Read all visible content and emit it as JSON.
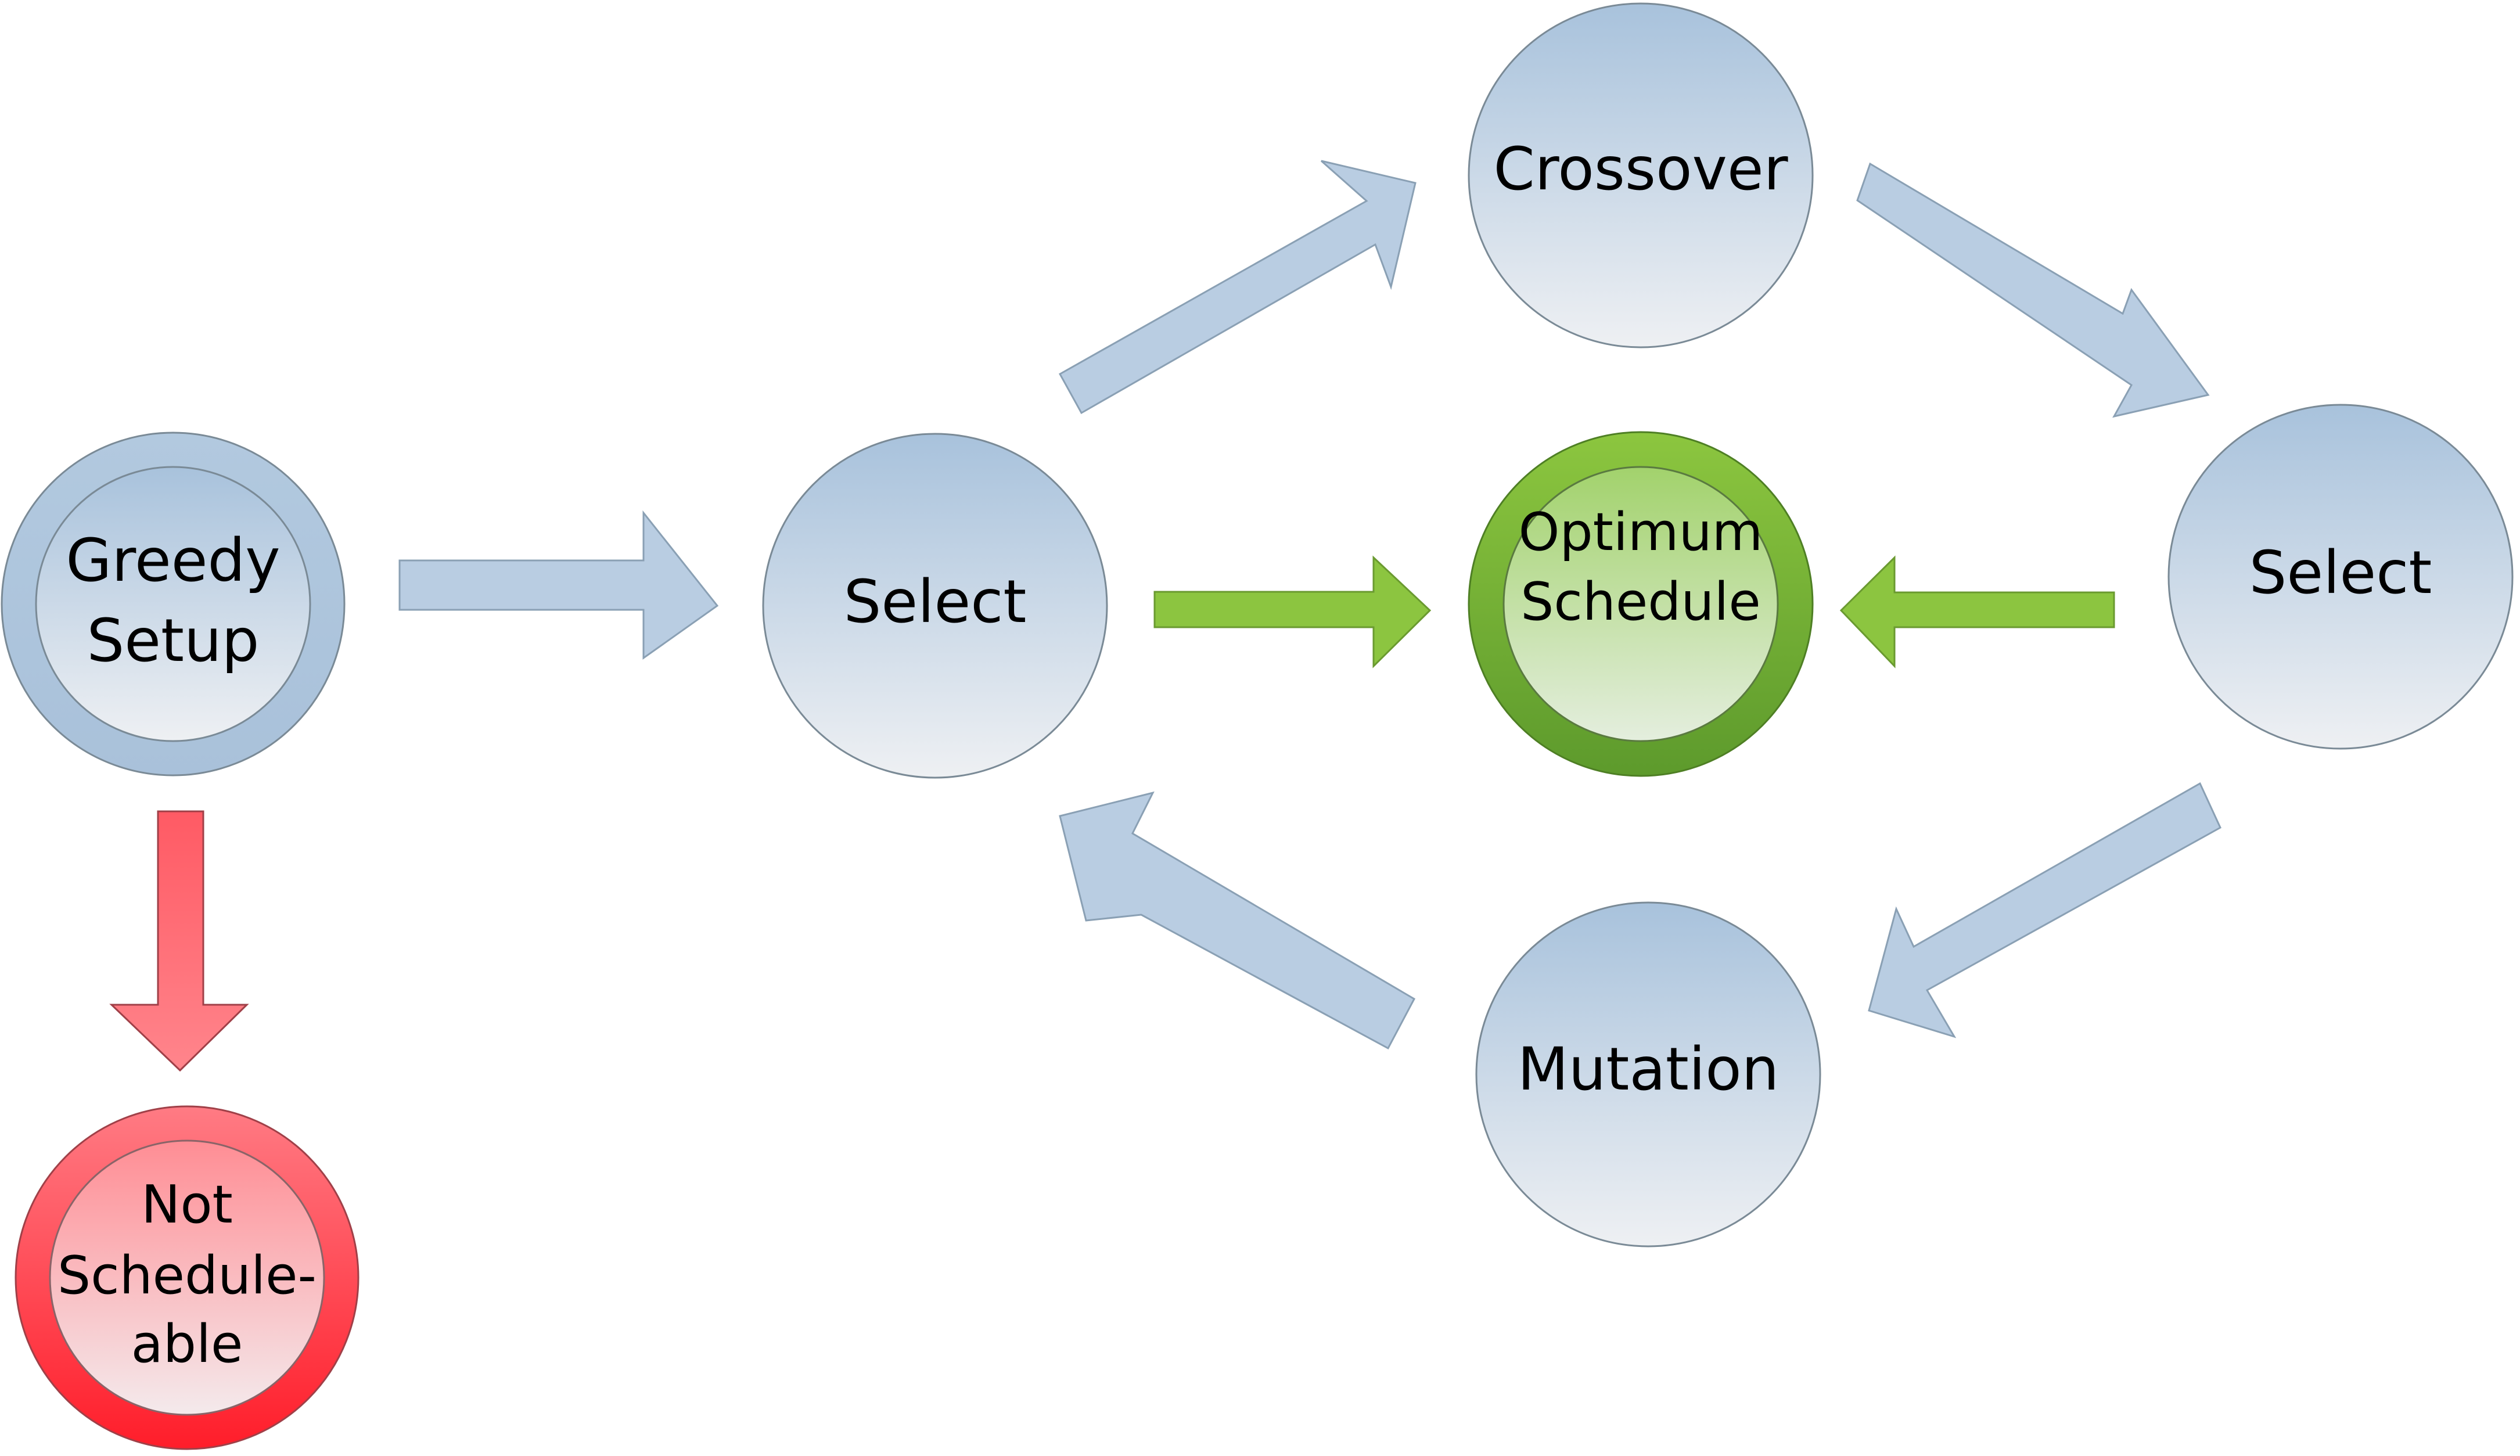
{
  "nodes": {
    "greedy_setup": {
      "line1": "Greedy",
      "line2": "Setup"
    },
    "not_schedulable": {
      "line1": "Not",
      "line2": "Schedule-",
      "line3": "able"
    },
    "select_left": {
      "label": "Select"
    },
    "crossover": {
      "label": "Crossover"
    },
    "optimum_schedule": {
      "line1": "Optimum",
      "line2": "Schedule"
    },
    "select_right": {
      "label": "Select"
    },
    "mutation": {
      "label": "Mutation"
    }
  },
  "colors": {
    "blue_node_top": "#a9c3dc",
    "blue_node_bottom": "#f0f2f4",
    "blue_arrow": "#b8cde2",
    "green_node_dark": "#6aa535",
    "green_node_light": "#d5e9c8",
    "green_arrow": "#8cc540",
    "red_node_dark": "#ff2430",
    "red_node_light": "#f2e6e8",
    "red_arrow": "#ff6f77",
    "stroke": "#7a8a96"
  }
}
